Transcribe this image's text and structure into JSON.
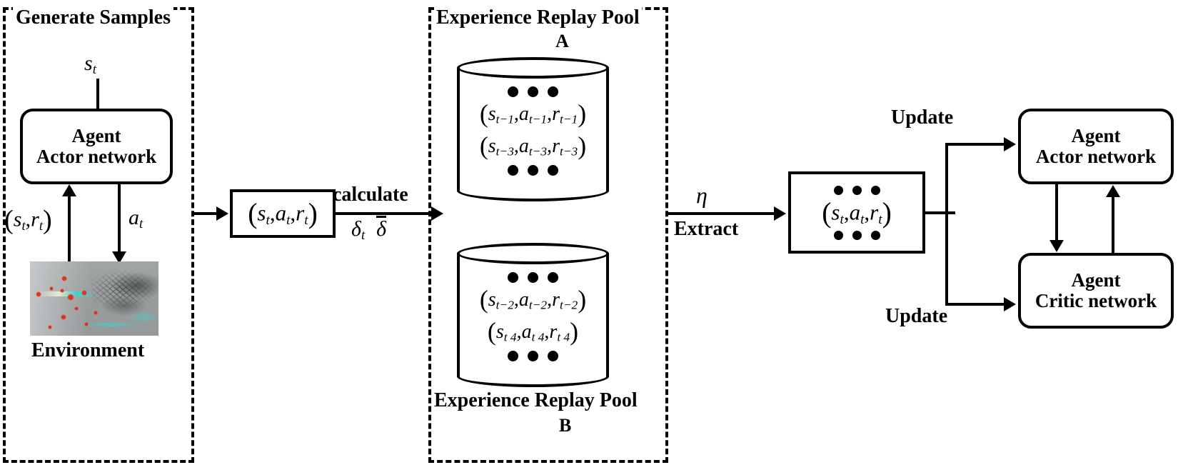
{
  "diagram": {
    "title_hidden": "",
    "groups": {
      "generate_samples": {
        "label": "Generate  Samples"
      },
      "replay_pool_top": {
        "label": "Experience Replay Pool",
        "sub": "A"
      },
      "replay_pool_bottom": {
        "label": "Experience Replay Pool",
        "sub": "B"
      }
    },
    "nodes": {
      "agent_actor_left": {
        "line1": "Agent",
        "line2": "Actor network"
      },
      "agent_actor_right": {
        "line1": "Agent",
        "line2": "Actor network"
      },
      "agent_critic_right": {
        "line1": "Agent",
        "line2": "Critic network"
      },
      "environment": {
        "label": "Environment"
      },
      "sample_tuple_box": {
        "expr": "(s_t, a_t, r_t)"
      },
      "minibatch_box": {
        "expr": "(s_t, a_t, r_t)"
      },
      "pool_a_rows": [
        "(s_{t-1}, a_{t-1}, r_{t-1})",
        "(s_{t-3}, a_{t-3}, r_{t-3})"
      ],
      "pool_b_rows": [
        "(s_{t-2}, a_{t-2}, r_{t-2})",
        "(s_{t 4}, a_{t 4}, r_{t 4})"
      ]
    },
    "edge_labels": {
      "state_in": "s_t",
      "state_reward": "(s_t, r_t)",
      "action": "a_t",
      "calculate": "calculate",
      "delta": "δ_t  δ̄",
      "eta": "η",
      "extract": "Extract",
      "update_actor": "Update",
      "update_critic": "Update"
    },
    "math_text": {
      "s": "s",
      "a": "a",
      "r": "r",
      "t": "t",
      "t_m1": "t−1",
      "t_m2": "t−2",
      "t_m3": "t−3",
      "t_m4": "t 4",
      "eta_glyph": "η",
      "delta_glyph": "δ",
      "delta_bar_glyph": "δ",
      "lparen": "(",
      "rparen": ")",
      "comma": ","
    },
    "colors": {
      "stroke": "#000000",
      "background": "#ffffff",
      "env_base": "#9b9e9e",
      "env_marker": "#e03020",
      "env_accent": "#2fd8d8",
      "env_dark": "#5c5f60"
    }
  }
}
